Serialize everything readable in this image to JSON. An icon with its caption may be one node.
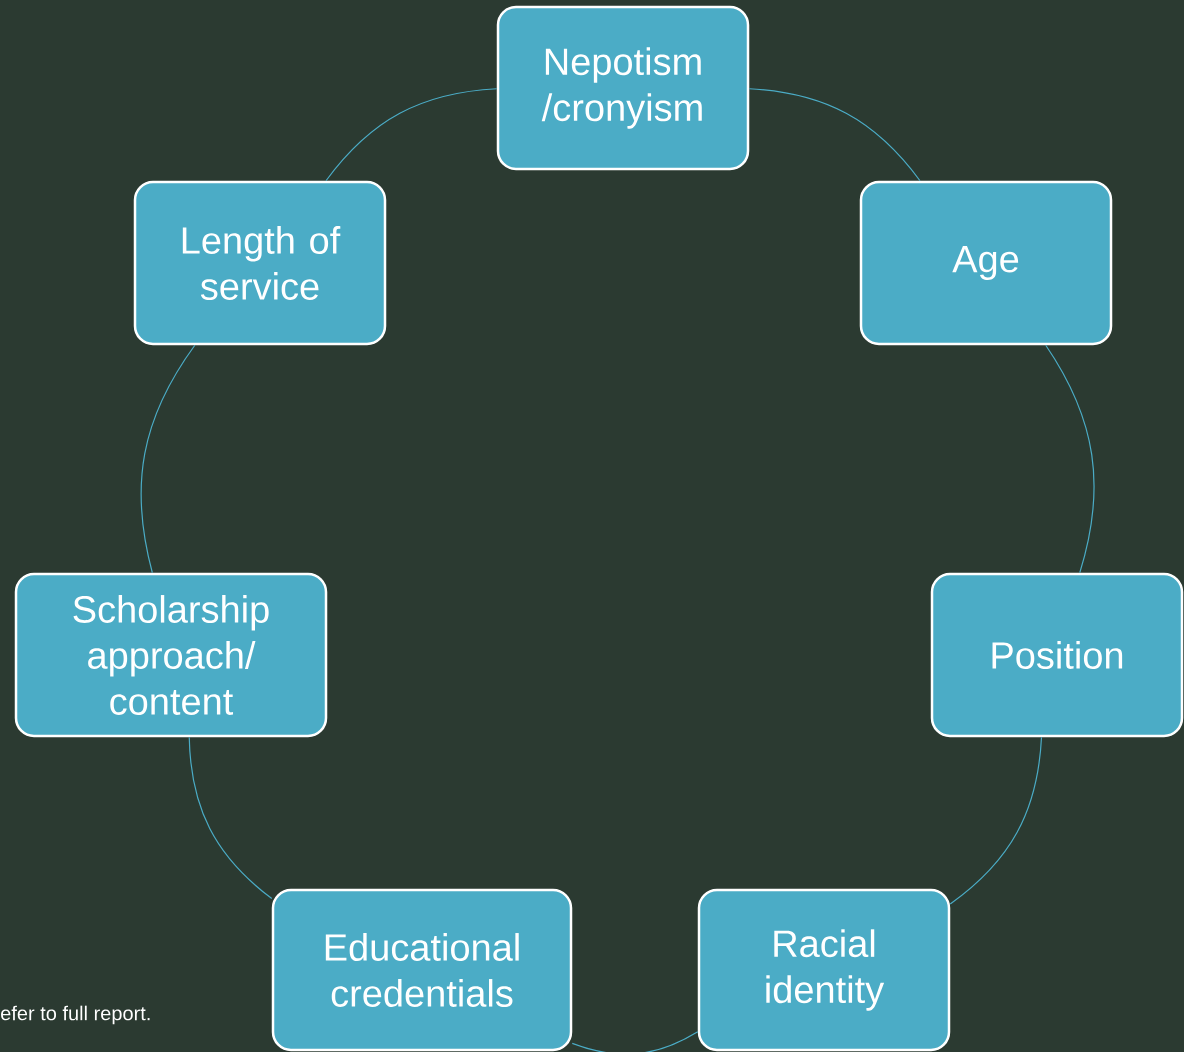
{
  "diagram": {
    "nodes": [
      {
        "text": [
          "Nepotism /cronyism"
        ]
      },
      {
        "text": [
          "Age"
        ]
      },
      {
        "text": [
          "Position"
        ]
      },
      {
        "text": [
          "Racial identity"
        ]
      },
      {
        "text": [
          "Educational credentials"
        ]
      },
      {
        "text": [
          "Scholarship approach/ content"
        ]
      },
      {
        "text": [
          "Length of service"
        ]
      }
    ],
    "edges": [
      {
        "from": 0,
        "to": 1,
        "arrow": "none"
      },
      {
        "from": 1,
        "to": 2,
        "arrow": "none"
      },
      {
        "from": 2,
        "to": 3,
        "arrow": "none"
      },
      {
        "from": 3,
        "to": 4,
        "arrow": "none"
      },
      {
        "from": 4,
        "to": 5,
        "arrow": "none"
      },
      {
        "from": 5,
        "to": 6,
        "arrow": "none"
      },
      {
        "from": 6,
        "to": 0,
        "arrow": "none"
      }
    ],
    "labels": [
      "efer to full report."
    ]
  }
}
